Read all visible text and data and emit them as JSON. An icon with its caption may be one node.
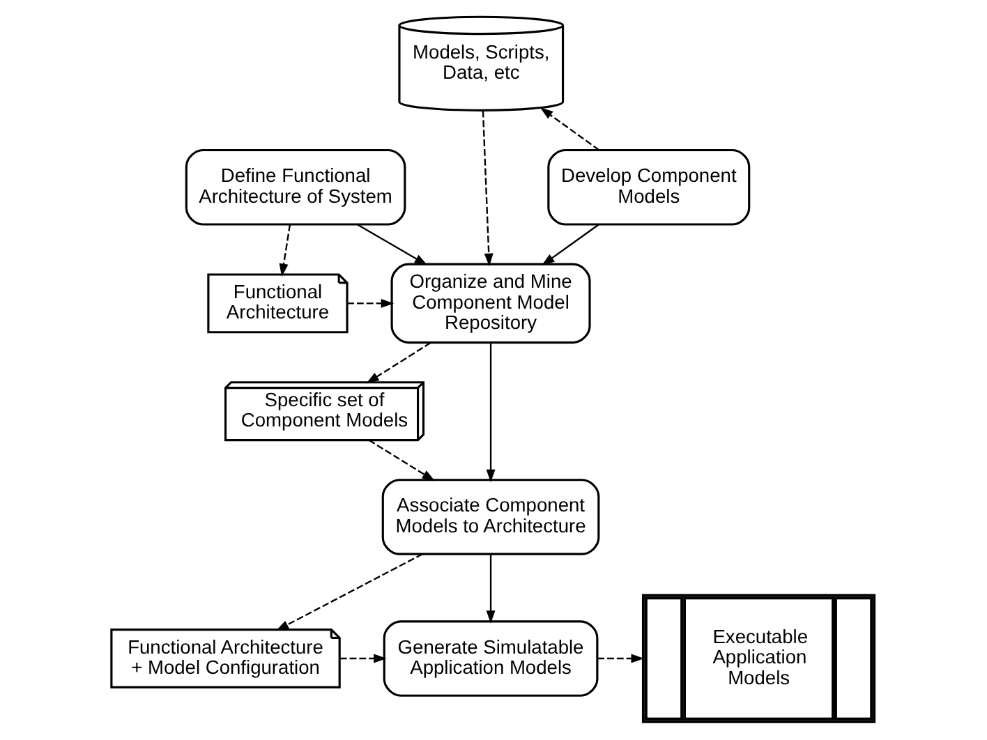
{
  "diagram": {
    "nodes": [
      {
        "text": [
          "Define Functional Architecture of System"
        ]
      },
      {
        "text": [
          "Models, Scripts, Data, etc"
        ]
      },
      {
        "text": [
          "Develop Component Models"
        ]
      },
      {
        "text": [
          "Organize and Mine Component Model Repository"
        ]
      },
      {
        "text": [
          "Functional Architecture"
        ]
      },
      {
        "text": [
          "Specific set of Component Models"
        ]
      },
      {
        "text": [
          "Associate Component Models to Architecture"
        ]
      },
      {
        "text": [
          "Functional Architecture + Model Configuration"
        ]
      },
      {
        "text": [
          "Generate Simulatable Application Models"
        ]
      },
      {
        "text": [
          "Executable Application Models"
        ]
      }
    ],
    "edges": [
      {
        "from": 0,
        "to": 4,
        "arrow": "to",
        "style": "dashed"
      },
      {
        "from": 0,
        "to": 3,
        "arrow": "to"
      },
      {
        "from": 4,
        "to": 3,
        "arrow": "to",
        "style": "dashed"
      },
      {
        "from": 1,
        "to": 3,
        "arrow": "to",
        "style": "dashed"
      },
      {
        "from": 2,
        "to": 1,
        "arrow": "to",
        "style": "dashed"
      },
      {
        "from": 2,
        "to": 3,
        "arrow": "to"
      },
      {
        "from": 3,
        "to": 5,
        "arrow": "to",
        "style": "dashed"
      },
      {
        "from": 3,
        "to": 6,
        "arrow": "to"
      },
      {
        "from": 5,
        "to": 6,
        "arrow": "to",
        "style": "dashed"
      },
      {
        "from": 6,
        "to": 7,
        "arrow": "to",
        "style": "dashed"
      },
      {
        "from": 6,
        "to": 8,
        "arrow": "to"
      },
      {
        "from": 7,
        "to": 8,
        "arrow": "to",
        "style": "dashed"
      },
      {
        "from": 8,
        "to": 9,
        "arrow": "to",
        "style": "dashed"
      }
    ]
  }
}
